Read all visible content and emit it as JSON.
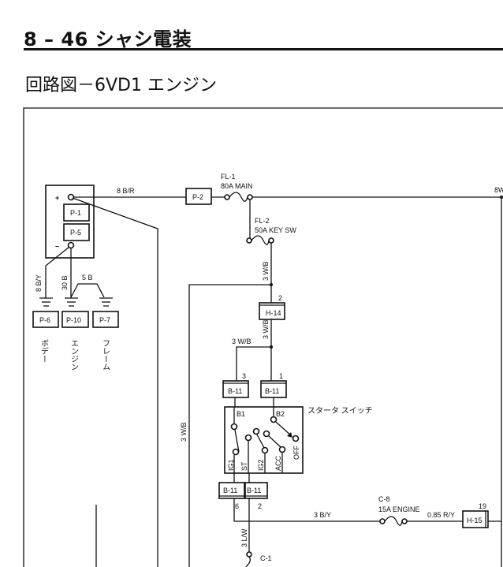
{
  "header": {
    "page": "8 – 46",
    "section": "シャシ電装"
  },
  "subtitle": "回路図－6VD1 エンジン",
  "battery": {
    "plus": "+",
    "minus": "–",
    "fusible_links": [
      "P-1",
      "P-5"
    ]
  },
  "grounds": [
    {
      "wire": "8 B/Y",
      "connector": "P-6",
      "label": "ボデー"
    },
    {
      "wire": "30 B",
      "connector": "P-10",
      "label": "エンジン"
    },
    {
      "wire": "5 B",
      "connector": "P-7",
      "label": "フレーム"
    }
  ],
  "main_wire": {
    "wire": "8 B/R",
    "connector": "P-2"
  },
  "fl1": {
    "id": "FL-1",
    "rating": "80A MAIN"
  },
  "fl2": {
    "id": "FL-2",
    "rating": "50A KEY SW"
  },
  "right_wire": "8W",
  "wires": {
    "w1": "3 W/B",
    "w2": "3 W/B",
    "w3": "3 W/B",
    "left": "3 W/B",
    "by": "3 B/Y",
    "lw": "3 L/W",
    "ry": "0.85 R/Y"
  },
  "h14": {
    "id": "H-14",
    "pin": "2"
  },
  "b11_top": [
    {
      "id": "B-11",
      "pin": "3"
    },
    {
      "id": "B-11",
      "pin": "1"
    }
  ],
  "starter_switch": {
    "title": "スタータ スイッチ",
    "inputs": [
      "B1",
      "B2"
    ],
    "positions": [
      "IG1",
      "ST",
      "IG2",
      "ACC",
      "OFF"
    ]
  },
  "b11_bottom": [
    {
      "id": "B-11",
      "pin": "6"
    },
    {
      "id": "B-11",
      "pin": "2"
    }
  ],
  "c8": {
    "id": "C-8",
    "rating": "15A ENGINE"
  },
  "h15": {
    "id": "H-15",
    "pin": "19"
  },
  "c1": {
    "id": "C-1"
  }
}
